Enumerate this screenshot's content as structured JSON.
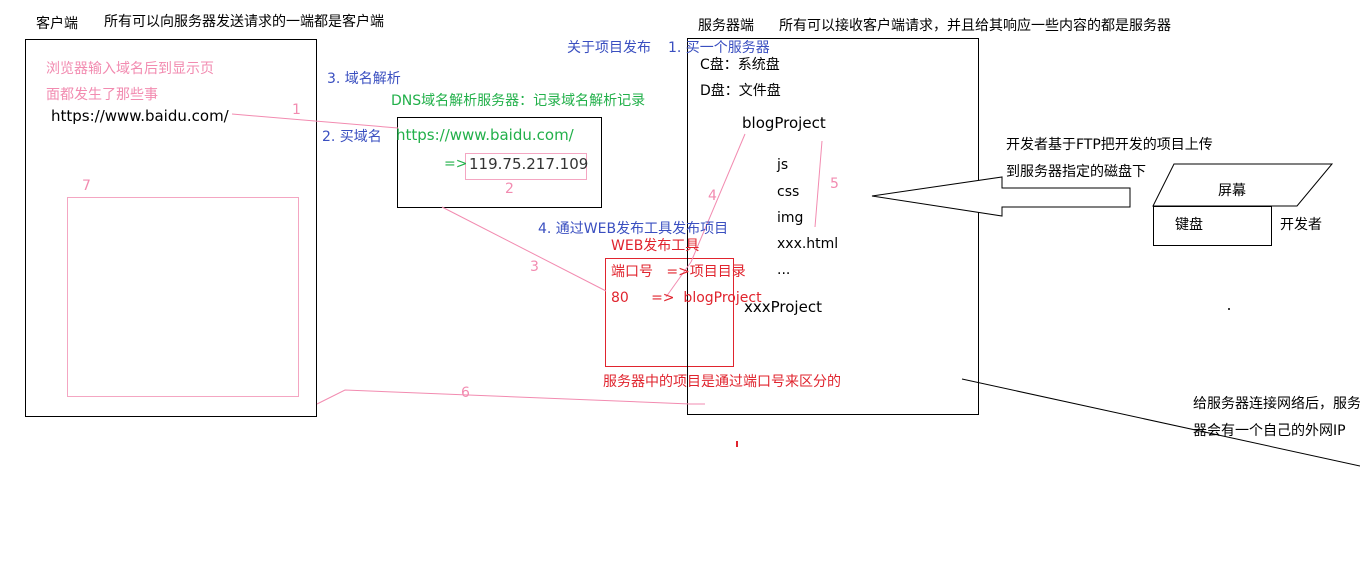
{
  "client": {
    "title": "客户端",
    "desc": "所有可以向服务器发送请求的一端都是客户端",
    "question_line1": "浏览器输入域名后到显示页",
    "question_line2": "面都发生了那些事",
    "url": "https://www.baidu.com/"
  },
  "server": {
    "title": "服务器端",
    "desc": "所有可以接收客户端请求，并且给其响应一些内容的都是服务器",
    "c_drive": "C盘：系统盘",
    "d_drive": "D盘：文件盘",
    "project": "blogProject",
    "files": [
      "js",
      "css",
      "img",
      "xxx.html",
      "..."
    ],
    "other_project": "xxxProject"
  },
  "publish": {
    "heading": "关于项目发布",
    "step1": "1. 买一个服务器",
    "step2": "2. 买域名",
    "step3": "3. 域名解析",
    "step4": "4. 通过WEB发布工具发布项目"
  },
  "dns": {
    "title": "DNS域名解析服务器：记录域名解析记录",
    "url": "https://www.baidu.com/",
    "arrow": "=>",
    "ip": "119.75.217.109"
  },
  "web_tool": {
    "title": "WEB发布工具",
    "row1": "端口号   =>项目目录",
    "row2": "80     =>  blogProject",
    "note": "服务器中的项目是通过端口号来区分的"
  },
  "developer": {
    "ftp_line1": "开发者基于FTP把开发的项目上传",
    "ftp_line2": "到服务器指定的磁盘下",
    "screen": "屏幕",
    "keyboard": "键盘",
    "label": "开发者"
  },
  "network_note": {
    "line1": "给服务器连接网络后，服务",
    "line2": "器会有一个自己的外网IP"
  },
  "step_numbers": {
    "n1": "1",
    "n2": "2",
    "n3": "3",
    "n4": "4",
    "n5": "5",
    "n6": "6",
    "n7": "7"
  },
  "colors": {
    "black": "#000000",
    "blue": "#3a4fc0",
    "pink": "#f28bb0",
    "green": "#22b04a",
    "red": "#e0242e"
  }
}
